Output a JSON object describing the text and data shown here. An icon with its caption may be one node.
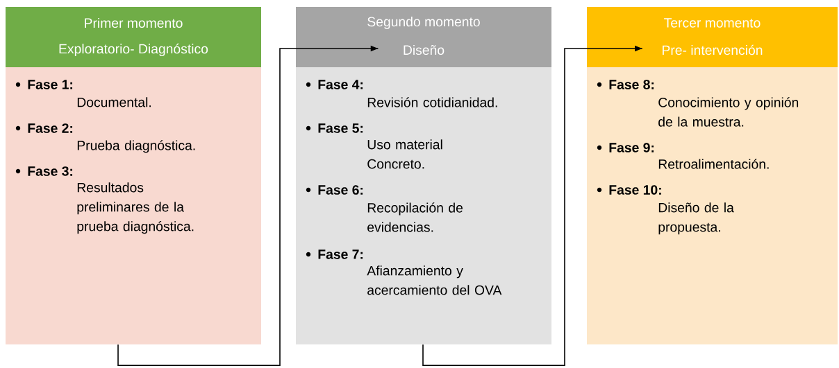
{
  "diagram": {
    "nodes": [
      {
        "text": [
          "Primer momento",
          "Exploratorio- Diagnóstico"
        ]
      },
      {
        "text": [
          "Fase 1:",
          "Documental.",
          "Fase 2:",
          "Prueba diagnóstica.",
          "Fase 3:",
          "Resultados preliminares de la prueba diagnóstica."
        ]
      },
      {
        "text": [
          "Segundo momento",
          "Diseño"
        ]
      },
      {
        "text": [
          "Fase 4:",
          "Revisión cotidianidad.",
          "Fase 5:",
          "Uso material Concreto.",
          "Fase 6:",
          "Recopilación de evidencias.",
          "Fase 7:",
          "Afianzamiento y acercamiento del OVA"
        ]
      },
      {
        "text": [
          "Tercer momento",
          "Pre- intervención"
        ]
      },
      {
        "text": [
          "Fase 8:",
          "Conocimiento y opinión de la muestra.",
          "Fase 9:",
          "Retroalimentación.",
          "Fase 10:",
          "Diseño de la propuesta."
        ]
      }
    ],
    "edges": [
      {
        "from": 1,
        "to": 2,
        "arrow": "to"
      },
      {
        "from": 3,
        "to": 4,
        "arrow": "to"
      }
    ]
  }
}
